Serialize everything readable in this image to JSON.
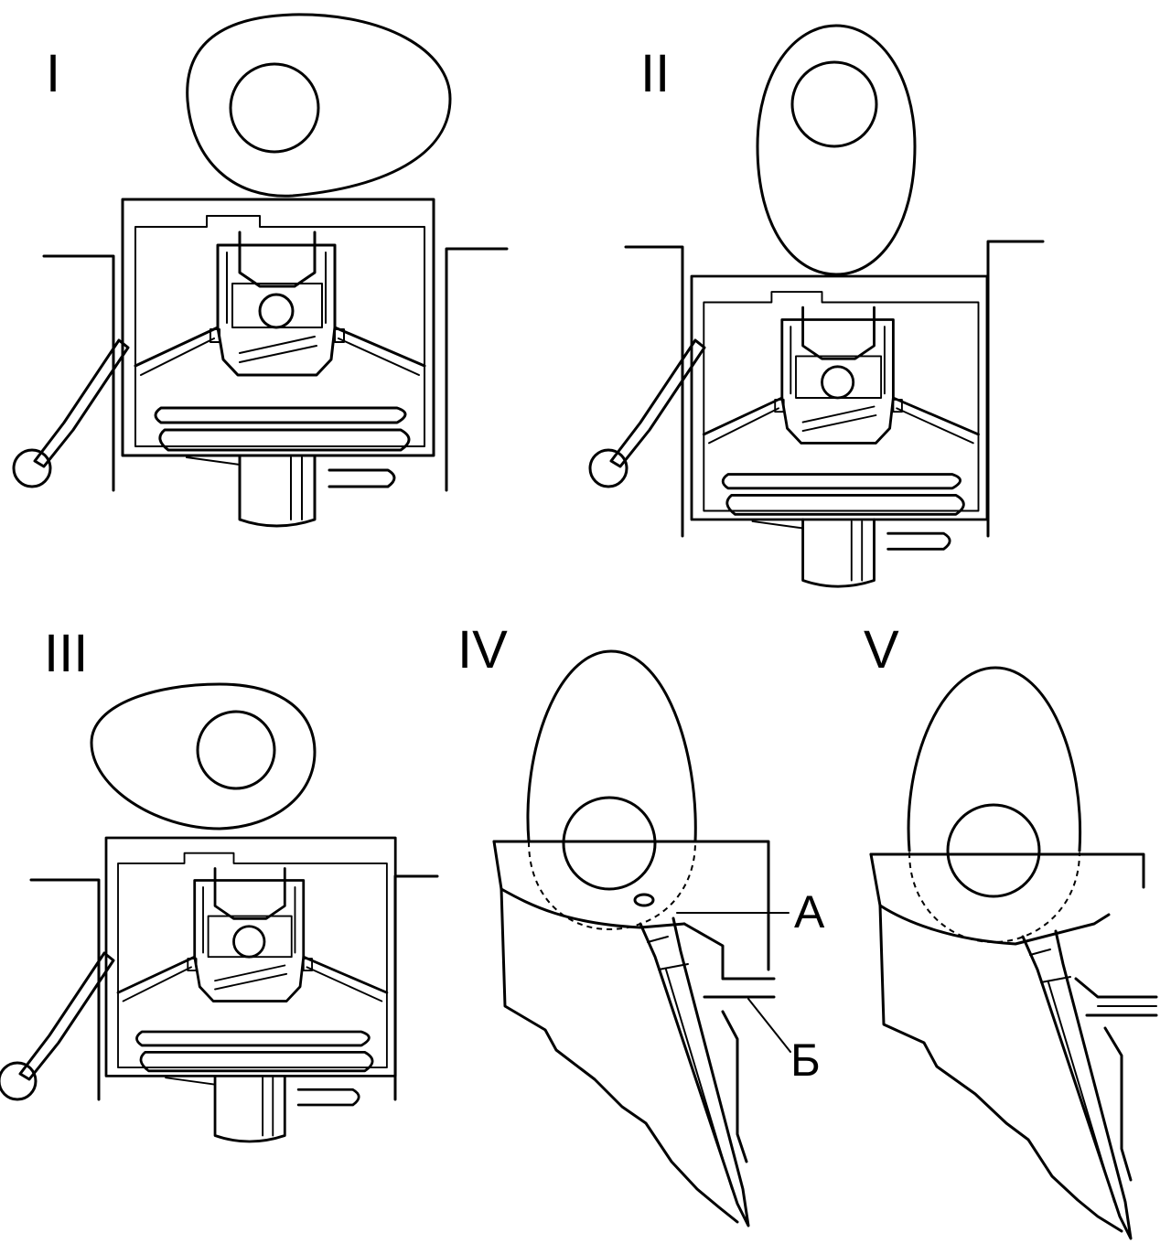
{
  "panels": [
    {
      "label": "I"
    },
    {
      "label": "II"
    },
    {
      "label": "III"
    },
    {
      "label": "IV"
    },
    {
      "label": "V"
    }
  ],
  "callouts": {
    "a": "А",
    "b": "Б"
  }
}
